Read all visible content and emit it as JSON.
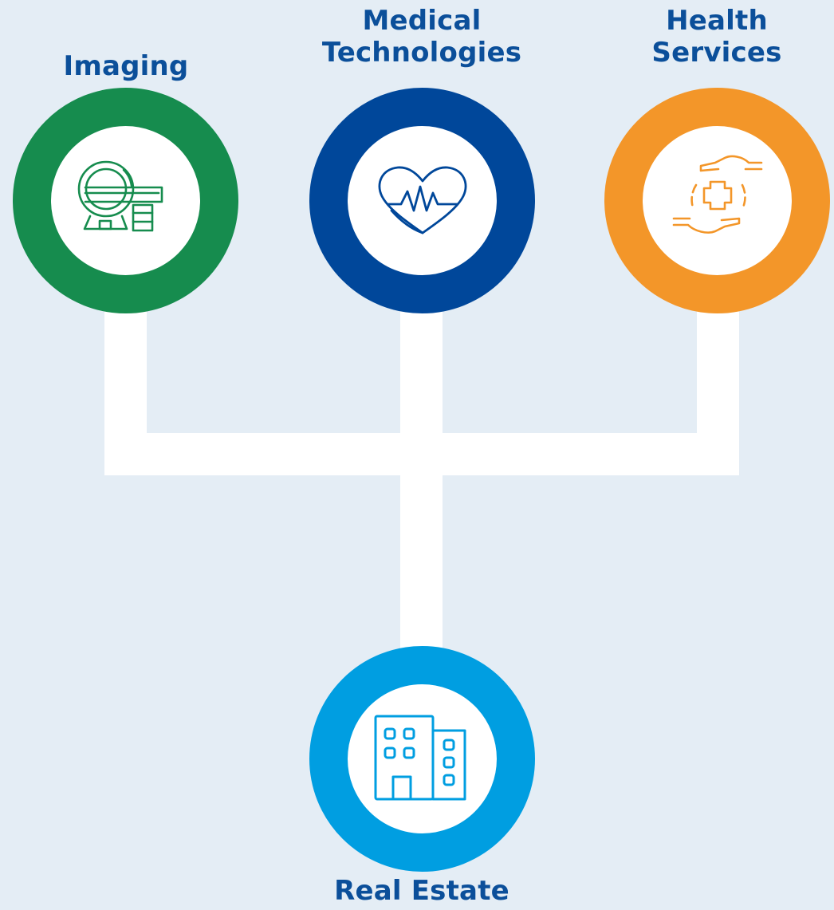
{
  "nodes": {
    "imaging": {
      "title": "Imaging",
      "color": "#168c4e",
      "icon": "mri-scanner-icon"
    },
    "medical": {
      "title_line1": "Medical",
      "title_line2": "Technologies",
      "color": "#00479a",
      "icon": "heartbeat-icon"
    },
    "health": {
      "title_line1": "Health",
      "title_line2": "Services",
      "color": "#f39629",
      "icon": "caring-hands-cross-icon"
    },
    "realestate": {
      "title": "Real Estate",
      "color": "#009ee1",
      "icon": "building-icon"
    }
  },
  "colors": {
    "background": "#e4edf5",
    "label_text": "#0b4f9a",
    "connector": "#ffffff"
  }
}
